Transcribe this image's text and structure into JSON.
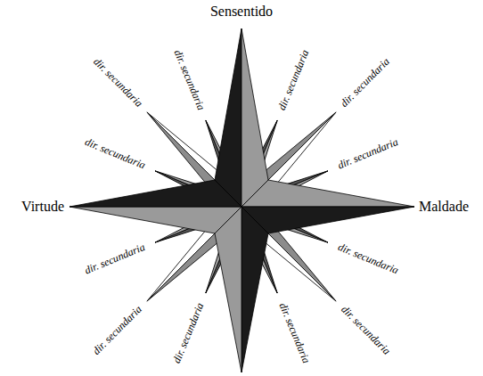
{
  "diagram": {
    "labels": [
      "Sensentido",
      "Virtude",
      "Maldade",
      "dir. secundaria",
      "dir. secundaria",
      "dir. secundaria",
      "dir. secundaria",
      "dir. secundaria",
      "dir. secundaria",
      "dir. secundaria",
      "dir. secundaria",
      "dir. secundaria",
      "dir. secundaria",
      "dir. secundaria",
      "dir. secundaria"
    ]
  }
}
